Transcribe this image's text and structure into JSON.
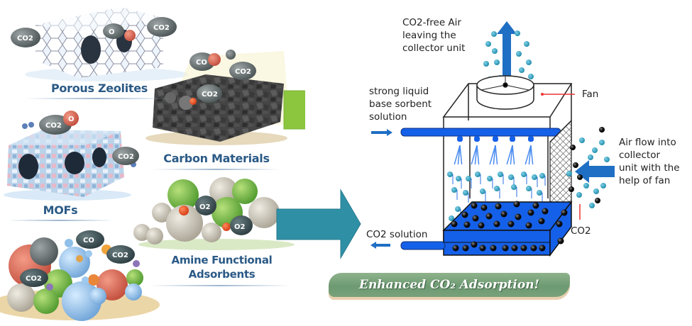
{
  "materials": [
    {
      "label": "Porous Zeolites"
    },
    {
      "label": "Carbon Materials"
    },
    {
      "label": "MOFs"
    },
    {
      "label": "Amine Functional\nAdsorbents",
      "line1": "Amine Functional",
      "line2": "Adsorbents"
    }
  ],
  "molecules": {
    "co2": "CO2",
    "co": "CO",
    "o2": "O2",
    "o": "O"
  },
  "arrows": {
    "top_color": "#8cc63f",
    "bottom_color": "#2f8fa5"
  },
  "collector": {
    "outlet_label_lines": [
      "CO2-free Air",
      "leaving the",
      "collector unit"
    ],
    "sorbent_label_lines": [
      "strong liquid",
      "base sorbent",
      "solution"
    ],
    "fan_label": "Fan",
    "inflow_label_lines": [
      "Air flow into",
      "collector",
      "unit with the",
      "help of fan"
    ],
    "co2_label": "CO2",
    "solution_label": "CO2 solution",
    "liquid_color": "#1560e8",
    "arrow_color": "#1f6fc4"
  },
  "banner": {
    "text": "Enhanced CO₂ Adsorption!"
  }
}
